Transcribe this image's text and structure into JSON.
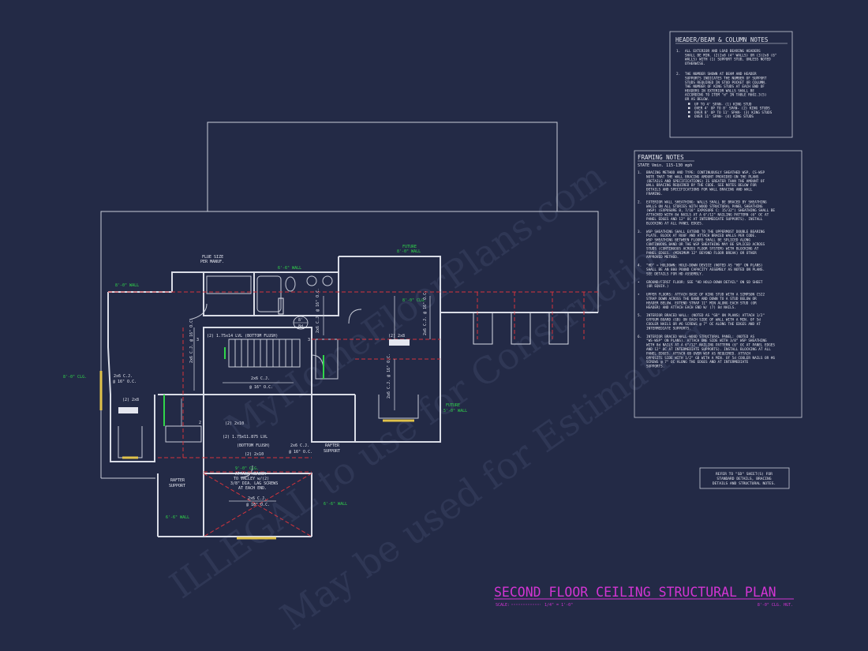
{
  "colors": {
    "background": "#232a46",
    "wall": "#d9dce6",
    "dim": "#c8ccd8",
    "accent_red": "#d5343c",
    "accent_green": "#30d64a",
    "title_magenta": "#d334d3",
    "text": "#e4e6ef",
    "door_yellow": "#e0c24a"
  },
  "title_block": {
    "title": "SECOND FLOOR CEILING STRUCTURAL PLAN",
    "scale_label": "SCALE:",
    "scale_value": "1/4\" = 1'-0\"",
    "ceiling_height": "8'-0\" CLG. HGT."
  },
  "watermark": {
    "line1": "ILLEGAL to use for Construction",
    "line2": "MyHomeFloorPlans.com",
    "line3": "May be used for Estimating"
  },
  "header_notes": {
    "title": "HEADER/BEAM & COLUMN NOTES",
    "n1_num": "1.",
    "n1": [
      "ALL EXTERIOR AND LOAD BEARING HEADERS",
      "SHALL BE MIN. (2)2x8 (4\" WALLS) OR (3)2x8 (6\"",
      "WALLS) WITH (1) SUPPORT STUD, UNLESS NOTED",
      "OTHERWISE."
    ],
    "n2_num": "2.",
    "n2": [
      "THE NUMBER SHOWN AT BEAM AND HEADER",
      "SUPPORTS INDICATES THE NUMBER OF SUPPORT",
      "STUDS REQUIRED IN STUD POCKET OR COLUMN.",
      "THE NUMBER OF KING STUDS AT EACH END OF",
      "HEADERS IN EXTERIOR WALLS SHALL BE",
      "ACCORDING TO ITEM \"d\" IN TABLE R602.3(5)",
      "OR AS BELOW."
    ],
    "spans": [
      "UP TO 4' SPAN- (1) KING STUD",
      "OVER 4' UP TO 8' SPAN- (2) KING STUDS",
      "OVER 8' UP TO 11' SPAN- (3) KING STUDS",
      "OVER 11' SPAN- (4) KING STUDS"
    ]
  },
  "framing_notes": {
    "title": "FRAMING NOTES",
    "subtitle": "STATE Vmin. 115-130 mph",
    "notes": [
      {
        "num": "1.",
        "lines": [
          "BRACING METHOD AND TYPE: CONTINUOUSLY SHEATHED WSP, CS-WSP",
          "NOTE THAT THE WALL BRACING AMOUNT PROVIDED ON THE PLANS",
          "(DETAILS AND SPECIFICATIONS) IS GREATER THAN THE AMOUNT OF",
          "WALL BRACING REQUIRED BY THE CODE. SEE NOTES BELOW FOR",
          "DETAILS AND SPECIFICATIONS FOR WALL BRACING AND WALL",
          "FRAMING."
        ]
      },
      {
        "num": "2.",
        "lines": [
          "EXTERIOR WALL SHEATHING: WALLS SHALL BE BRACED BY SHEATHING",
          "WALLS ON ALL STORIES WITH WOOD STRUCTURAL PANEL SHEATHING",
          "(WSP) (EXPOSURE B, 7/16\" EXPOSURE C: 15/32\") SHEATHING SHALL BE",
          "ATTACHED WITH 8d NAILS AT A 6\"/12\" NAILING PATTERN (6\" OC AT",
          "PANEL EDGES AND 12\" OC AT INTERMEDIATE SUPPORTS). INSTALL",
          "BLOCKING AT ALL PANEL EDGES."
        ]
      },
      {
        "num": "3.",
        "lines": [
          "WSP SHEATHING SHALL EXTEND TO THE UPPERMOST DOUBLE BEARING",
          "PLATE. BLOCK AT ROOF AND ATTACH BRACED WALLS PER CODE.",
          "WSP SHEATHING BETWEEN FLOORS SHALL BE SPLICED ALONG",
          "CONTINUOUS BAND OR THE WSP SHEATHING MAY BE SPLICED ACROSS",
          "STUDS (CONTINUOUS ACROSS FLOOR SYSTEM) WITH BLOCKING AT",
          "PANEL EDGES. (MINIMUM 12\" BEYOND FLOOR BREAK) OR OTHER",
          "APPROVED METHOD."
        ]
      },
      {
        "num": "4.",
        "lines": [
          "\"HD\" = HOLDOWN: HOLD-DOWN DEVICE (NOTED AS \"HD\" ON PLANS)",
          "SHALL BE AN 800 POUND CAPACITY ASSEMBLY AS NOTED ON PLANS.",
          "SEE DETAILS FOR HD ASSEMBLY."
        ]
      },
      {
        "num": "•",
        "lines": [
          "GROUND/FIRST FLOOR: SEE \"HD HOLD-DOWN DETAIL\" ON SD SHEET",
          "(OR EQUIV.)"
        ]
      },
      {
        "num": "•",
        "lines": [
          "UPPER FLOORS: ATTACH BASE OF KING STUD WITH A SIMPSON CS22",
          "STRAP DOWN ACROSS THE BAND AND DOWN TO A STUD BELOW OR",
          "HEADER BELOW. EXTEND STRAP 11\" MIN ALONG EACH STUD (OR",
          "HEADER) AND ATTACH EACH END W/ (7) 8d NAILS."
        ]
      },
      {
        "num": "5.",
        "lines": [
          "INTERIOR BRACED WALL: (NOTED AS \"GB\" ON PLANS) ATTACH 1/2\"",
          "GYPSUM BOARD (GB) ON EACH SIDE OF WALL WITH A MIN. OF 5d",
          "COOLER NAILS OR #6 SCREWS @ 7\" OC ALONG THE EDGES AND AT",
          "INTERMEDIATE SUPPORTS."
        ]
      },
      {
        "num": "6.",
        "lines": [
          "INTERIOR BRACED WALL-WOOD STRUCTURAL PANEL: (NOTED AS",
          "\"WS-WSP\" ON PLANS). ATTACH ONE SIDE WITH 3/8\" WSP SHEATHING",
          "WITH 8d NAILS AT A 6\"/12\" NAILING PATTERN (6\" OC AT PANEL EDGES",
          "AND 12\" OC AT INTERMEDIATE SUPPORTS). INSTALL BLOCKING AT ALL",
          "PANEL EDGES. ATTACH GB OVER WSP AS REQUIRED. ATTACH",
          "OPPOSITE SIDE WITH 1/2\" GB WITH A MIN. OF 5d COOLER NAILS OR #6",
          "SCREWS @ 7\" OC ALONG THE EDGES AND AT INTERMEDIATE",
          "SUPPORTS."
        ]
      }
    ]
  },
  "refer_note": [
    "REFER TO \"SD\" SHEET(S) FOR",
    "STANDARD DETAILS, BRACING",
    "DETAILS AND STRUCTURAL NOTES."
  ],
  "plan_labels": {
    "wall_6_6_top": "6'-6\" WALL",
    "future_wall_top": "FUTURE",
    "future_wall_top2": "8'-0\" WALL",
    "wall_8_0_left": "8'-0\" WALL",
    "wall_8_0_mid": "8'-0\" CLG.",
    "wall_8_0_far_left": "8'-0\" CLG.",
    "wall_6_6_bl": "6'-6\" WALL",
    "wall_6_6_br": "6'-6\" WALL",
    "future_br": "FUTURE",
    "future_br2": "5'-0\" WALL",
    "flue": "FLUE SIZE",
    "flue2": "PER MANUF.",
    "lvl_top": "(2) 1.75x14 LVL (BOTTOM FLUSH)",
    "cj_mid1": "2x6 C.J.",
    "cj_mid2": "@ 16\" O.C.",
    "cj_left1": "2x6 C.J.",
    "cj_left2": "@ 16\" O.C.",
    "cj_bot1": "2x6 C.J.",
    "cj_bot2": "@ 16\" O.C.",
    "cj_r1": "2x6 C.J.",
    "cj_r2": "@ 16\" O.C.",
    "cj_v1": "2x6 C.J. @ 16\" O.C.",
    "cj_v2": "2x6 C.J. @ 16\" O.C.",
    "cj_v3": "2x6 C.J. @ 16\" O.C.",
    "cj_v4": "2x6 C.J. @ 16\" O.C.",
    "hdr_2x8": "(2) 2x8",
    "hdr_2x10a": "(2) 2x10",
    "hdr_2x10b": "(2) 2x10",
    "lvl_bot": "(2) 1.75x11.875 LVL",
    "bottom_flush": "(BOTTOM FLUSH)",
    "rafter1": "RAFTER",
    "rafter1b": "SUPPORT",
    "rafter2": "RAFTER",
    "rafter2b": "SUPPORT",
    "attach1": "ATTACH HEADER",
    "attach2": "TO VALLEY w/(2)",
    "attach3": "3/8\" DIA. LAG SCREWS",
    "attach4": "AT EACH END.",
    "clg_9_0": "9'-0\" CLG.",
    "hdr_2x8_left": "(2) 2x8",
    "num_3a": "3",
    "num_3b": "3",
    "num_2": "2",
    "oval_top": "8'",
    "oval_bot": "8d"
  }
}
